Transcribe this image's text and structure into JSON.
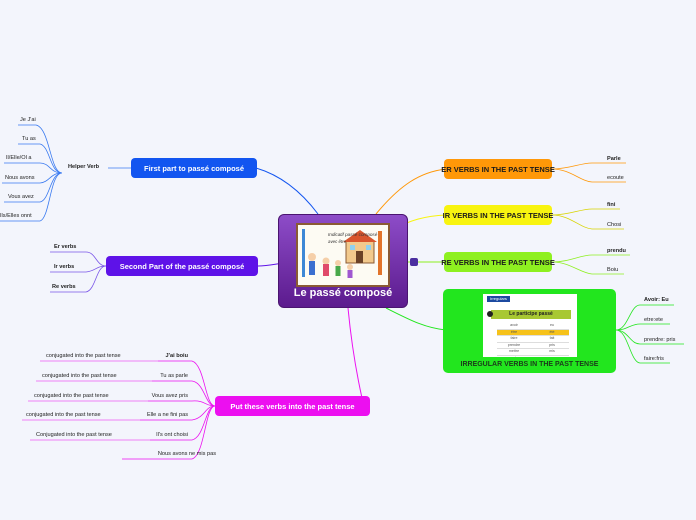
{
  "central": {
    "title": "Le passé composé",
    "image_caption_1": "Indicatif passé composé",
    "image_caption_2": "avec être"
  },
  "branches": {
    "first": {
      "label": "First part to passé composé",
      "color": "#1255f0"
    },
    "helper": {
      "label": "Helper Verb"
    },
    "helper_items": [
      "Je J'ai",
      "Tu as",
      "Il/Elle/Ol a",
      "Nous avons",
      "Vous avez",
      "Ils/Elles onnt"
    ],
    "second": {
      "label": "Second Part of the passé composé",
      "color": "#5e12e8"
    },
    "second_items": [
      "Er verbs",
      "Ir verbs",
      "Re verbs"
    ],
    "put": {
      "label": "Put these verbs into the past tense",
      "color": "#ec0ff0"
    },
    "put_items": [
      {
        "right": "J'ai boiu",
        "left": "conjugated into the past tense"
      },
      {
        "right": "Tu as parle",
        "left": "conjugated into the past tense"
      },
      {
        "right": "Vous avez pris",
        "left": "conjugated into the past tense"
      },
      {
        "right": "Elle a ne fini pas",
        "left": "conjugated into the past tense"
      },
      {
        "right": "Il's ont choisi",
        "left": "Conjugated into the past tense"
      },
      {
        "right": "Nous avons ne mis pas",
        "left": ""
      }
    ],
    "er": {
      "label": "ER VERBS IN THE PAST TENSE",
      "color": "#ff9808",
      "items": [
        "Parle",
        "ecoute"
      ]
    },
    "ir": {
      "label": "IR VERBS IN THE PAST TENSE",
      "color": "#f8f410",
      "items": [
        "fini",
        "Chosi"
      ]
    },
    "re": {
      "label": "RE VERBS IN THE PAST TENSE",
      "color": "#8ef020",
      "items": [
        "prendu",
        "Boiu"
      ]
    },
    "irr": {
      "label": "IRREGULAR VERBS IN THE PAST TENSE",
      "color": "#22e61e",
      "items": [
        "Avoir: Eu",
        "etre:ete",
        "prendre: pris",
        "faire:fris"
      ],
      "thumb_tab": "Irregulars",
      "thumb_banner": "Le participe passé",
      "thumb_rows": [
        [
          "avoir",
          "eu"
        ],
        [
          "être",
          "été"
        ],
        [
          "faire",
          "fait"
        ],
        [
          "prendre",
          "pris"
        ],
        [
          "mettre",
          "mis"
        ],
        [
          "voir",
          "vu"
        ]
      ]
    }
  }
}
